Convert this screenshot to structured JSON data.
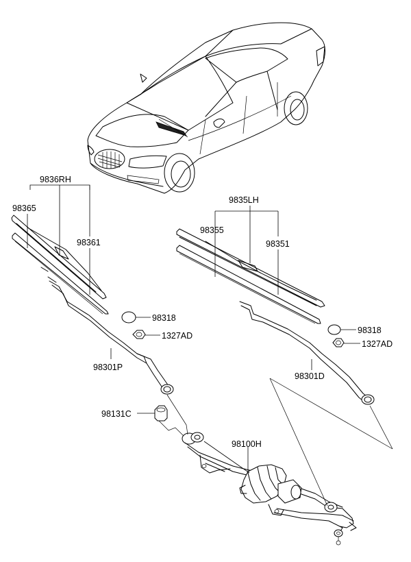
{
  "labels": {
    "rh_blade_assy": "9836RH",
    "rh_refill": "98365",
    "rh_blade": "98361",
    "lh_blade_assy": "9835LH",
    "lh_refill": "98355",
    "lh_blade": "98351",
    "cap_rh": "98318",
    "nut_rh": "1327AD",
    "arm_rh": "98301P",
    "cap_lh": "98318",
    "nut_lh": "1327AD",
    "arm_lh": "98301D",
    "pivot_cap": "98131C",
    "motor_linkage": "98100H"
  }
}
